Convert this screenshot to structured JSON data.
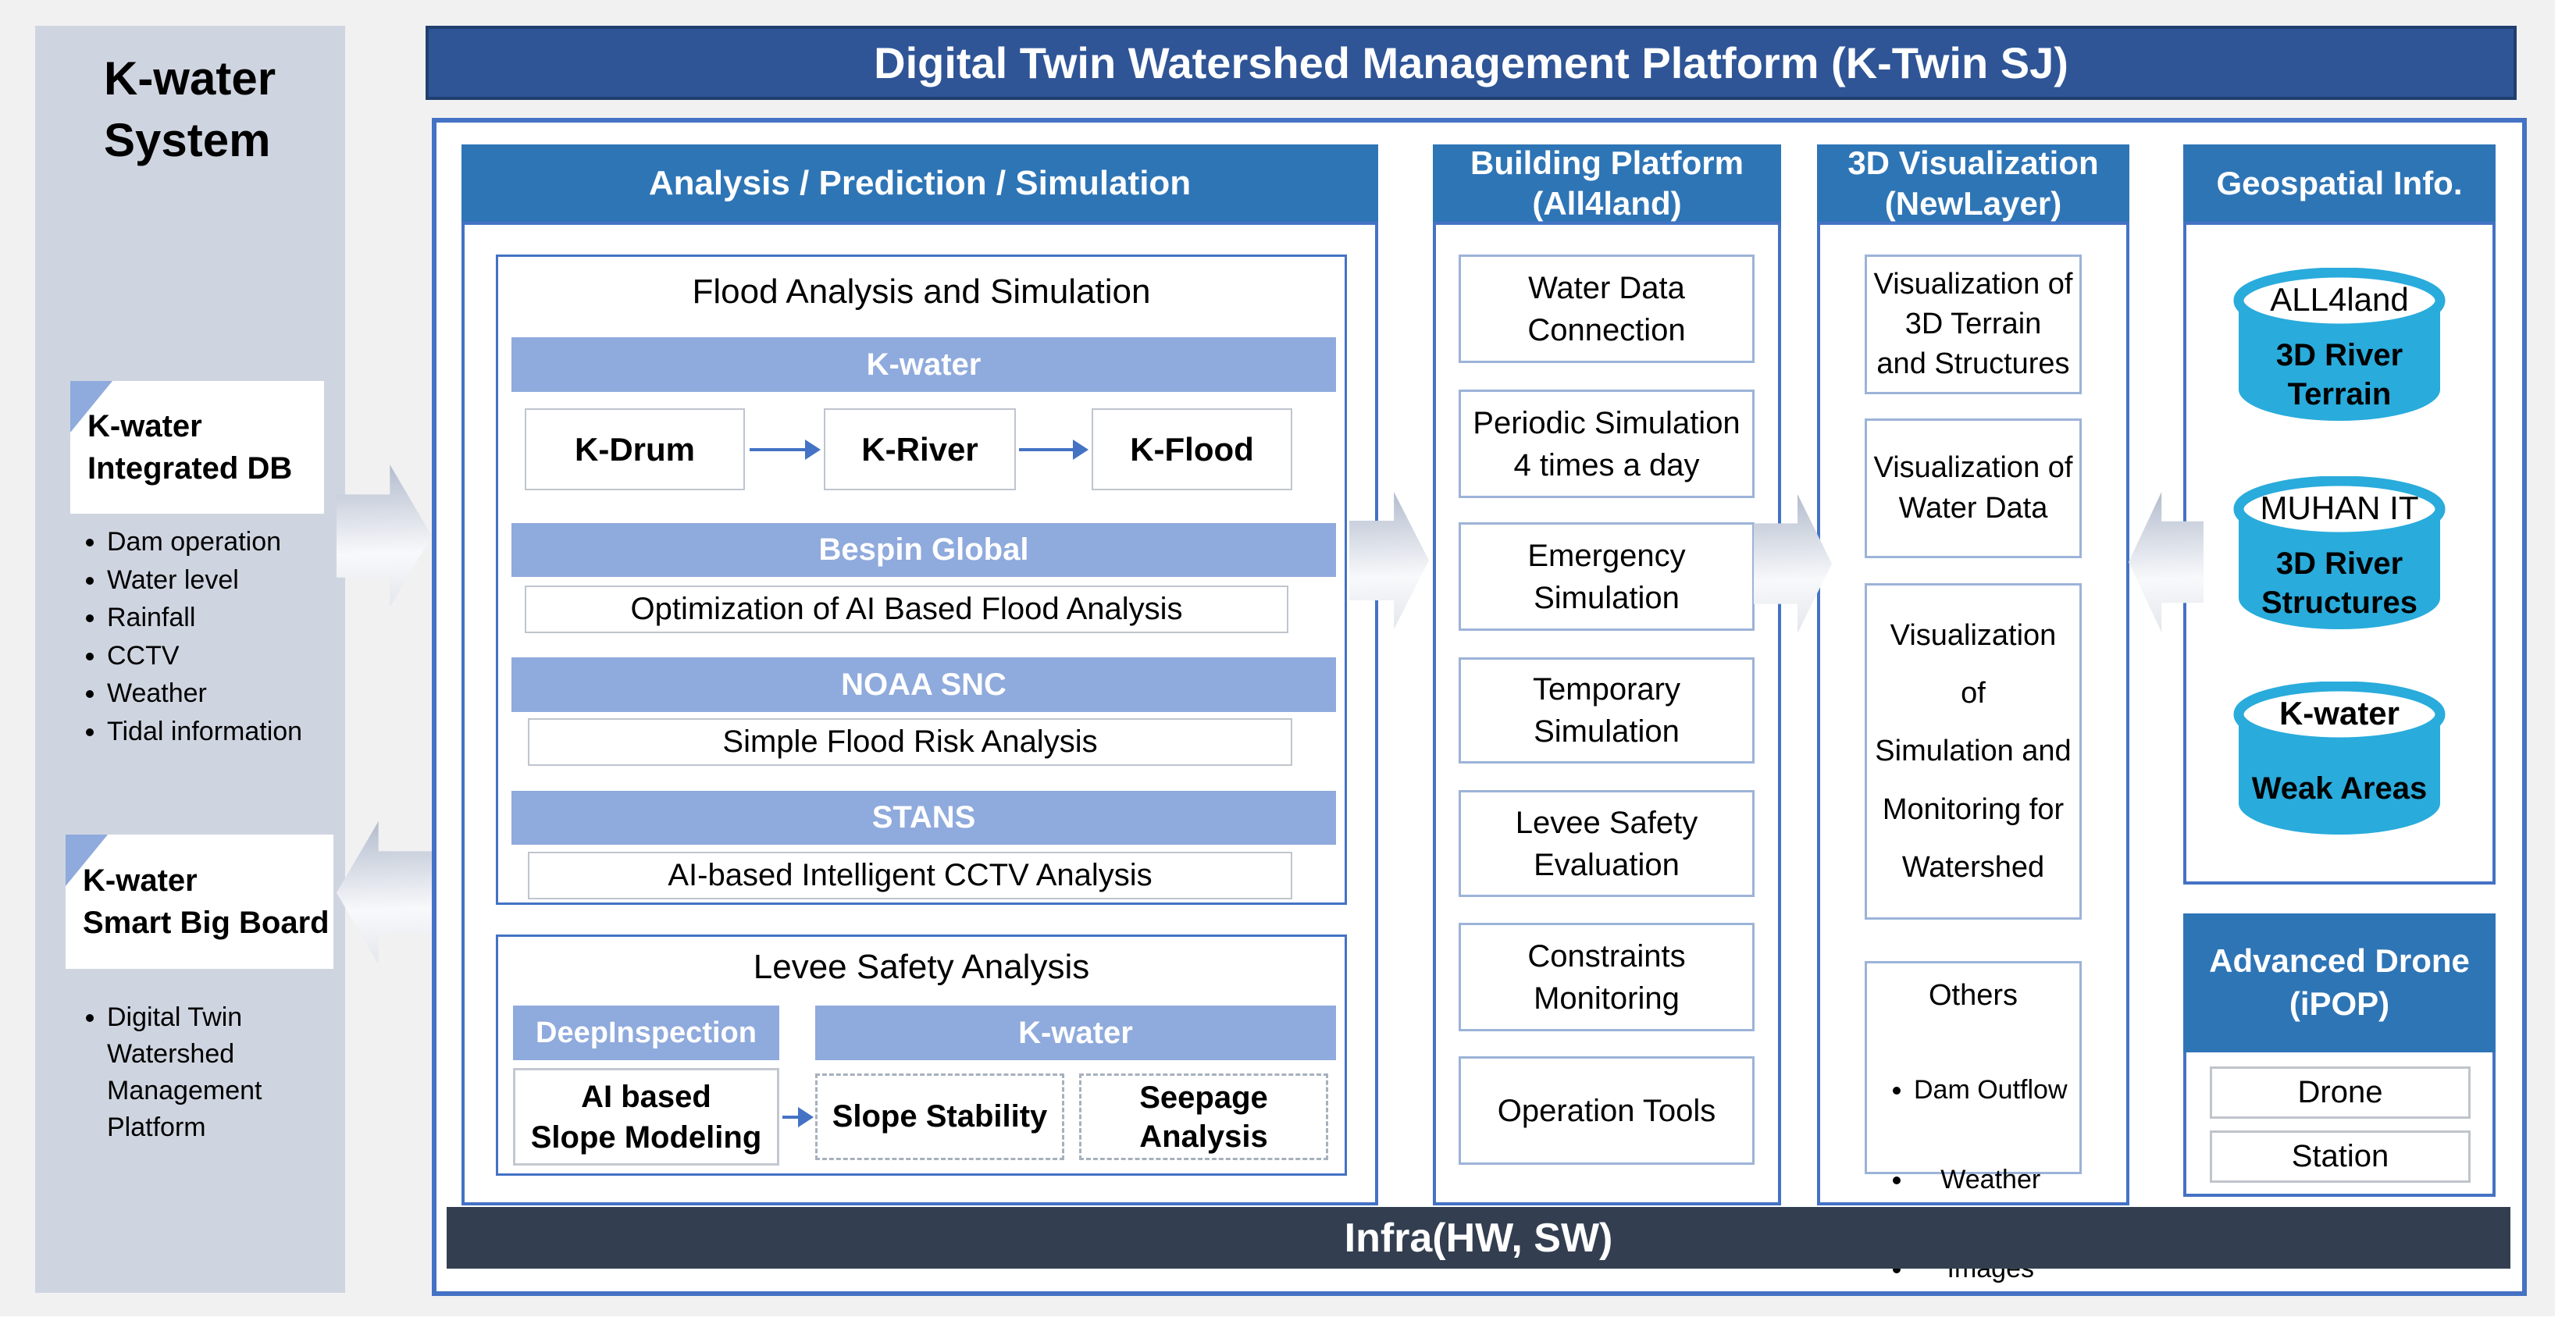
{
  "banner": {
    "title": "Digital Twin Watershed Management Platform (K-Twin SJ)"
  },
  "sidebar": {
    "title": "K-water\nSystem",
    "db_box_label": "K-water\nIntegrated DB",
    "db_items": [
      "Dam operation",
      "Water level",
      "Rainfall",
      "CCTV",
      "Weather",
      "Tidal information"
    ],
    "board_box_label": "K-water\nSmart Big Board",
    "board_items": [
      "Digital Twin\nWatershed\nManagement\nPlatform"
    ]
  },
  "analysis": {
    "header": "Analysis / Prediction / Simulation",
    "flood": {
      "title": "Flood Analysis and Simulation",
      "kwater_bar": "K-water",
      "chain": [
        "K-Drum",
        "K-River",
        "K-Flood"
      ],
      "sections": [
        {
          "bar": "Bespin Global",
          "item": "Optimization of AI Based Flood Analysis"
        },
        {
          "bar": "NOAA SNC",
          "item": "Simple Flood Risk Analysis"
        },
        {
          "bar": "STANS",
          "item": "AI-based Intelligent CCTV Analysis"
        }
      ]
    },
    "levee": {
      "title": "Levee Safety Analysis",
      "deep_bar": "DeepInspection",
      "kwater_bar": "K-water",
      "source": "AI based\nSlope Modeling",
      "targets": [
        "Slope Stability",
        "Seepage\nAnalysis"
      ]
    }
  },
  "building": {
    "header": "Building Platform\n(All4land)",
    "items": [
      "Water Data\nConnection",
      "Periodic Simulation\n4 times a day",
      "Emergency\nSimulation",
      "Temporary\nSimulation",
      "Levee Safety\nEvaluation",
      "Constraints\nMonitoring",
      "Operation Tools"
    ]
  },
  "viz": {
    "header": "3D Visualization\n(NewLayer)",
    "items": [
      "Visualization of\n3D Terrain\nand Structures",
      "Visualization of\nWater Data",
      "Visualization\nof\nSimulation and\nMonitoring for\nWatershed"
    ],
    "others": {
      "title": "Others",
      "bullets": [
        "Dam Outflow",
        "Weather",
        "Images"
      ]
    }
  },
  "geo": {
    "header": "Geospatial Info.",
    "cylinders": [
      {
        "name": "ALL4land",
        "label": "3D River\nTerrain"
      },
      {
        "name": "MUHAN IT",
        "label": "3D River\nStructures"
      },
      {
        "name": "K-water",
        "label": "Weak Areas"
      }
    ]
  },
  "drone": {
    "header": "Advanced Drone\n(iPOP)",
    "items": [
      "Drone",
      "Station"
    ]
  },
  "infra": {
    "label": "Infra(HW, SW)"
  },
  "colors": {
    "banner_blue": "#2f5597",
    "header_blue": "#2e75b6",
    "bar_blue": "#8faadc",
    "cylinder_cyan": "#29abdc",
    "infra_navy": "#333f50",
    "sidebar_gray": "#cfd5e0",
    "border_blue": "#4472c4"
  }
}
